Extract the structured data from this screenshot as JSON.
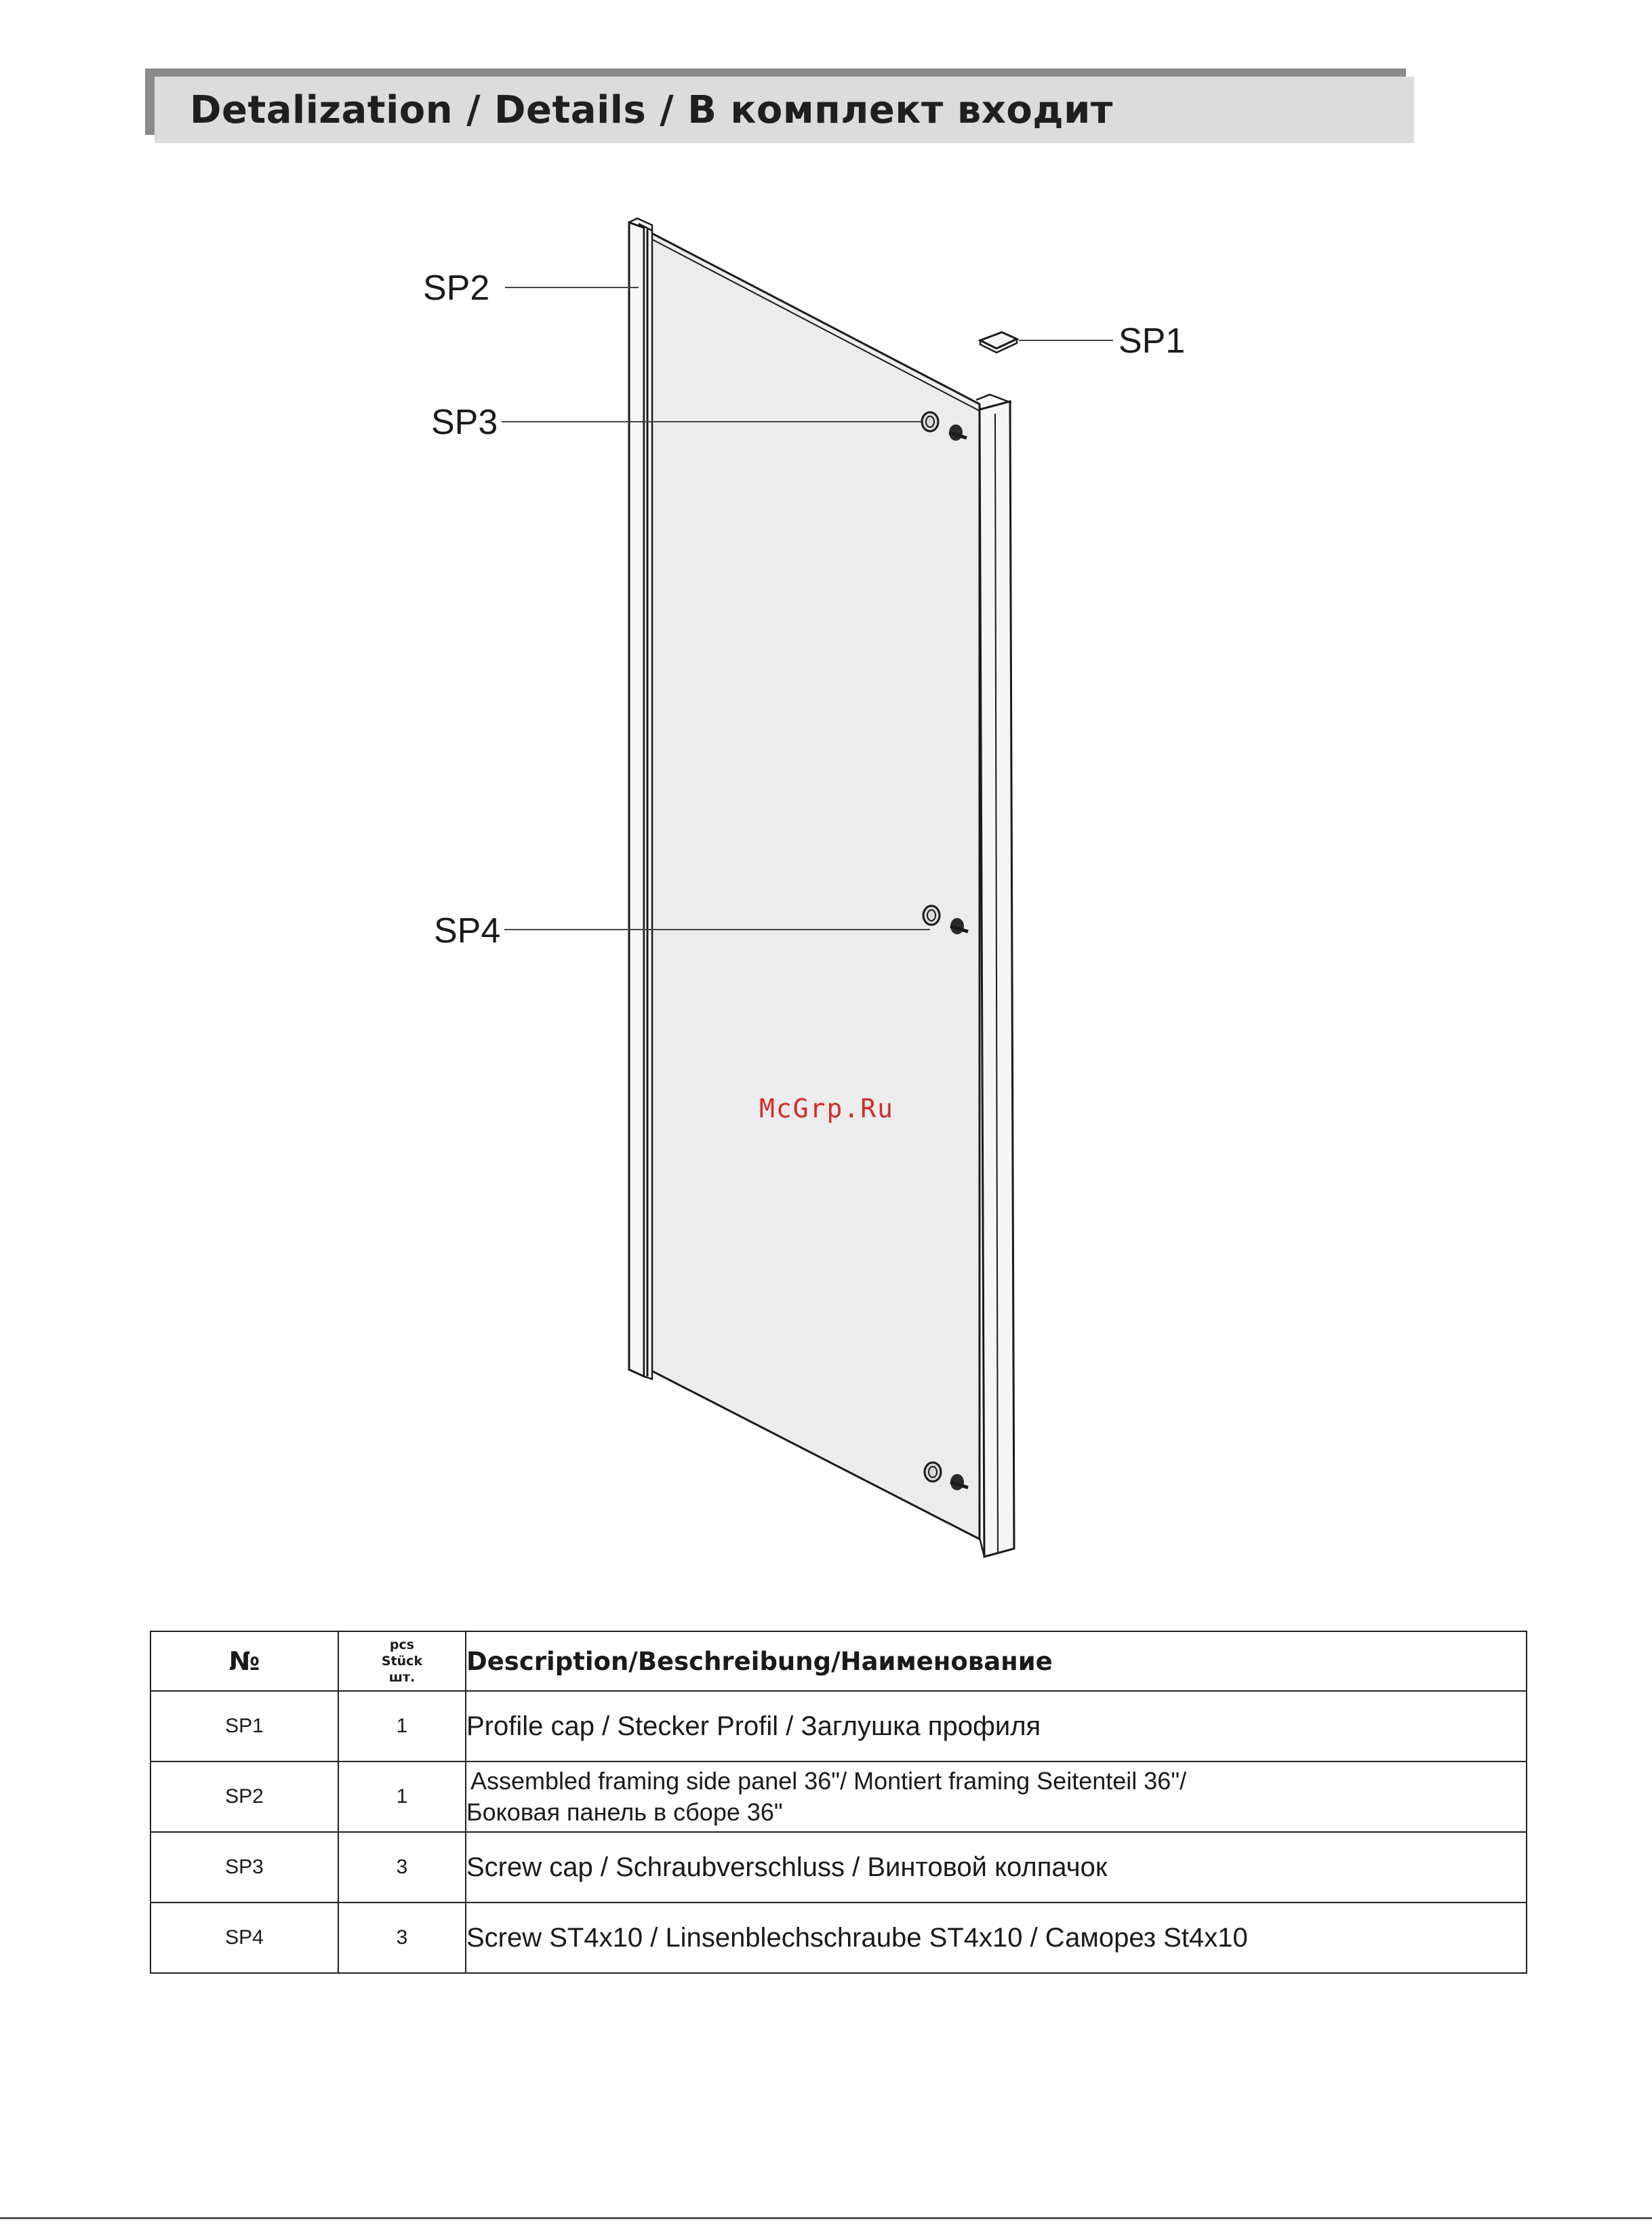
{
  "header": {
    "title": "Detalization / Details / В комплект входит"
  },
  "diagram": {
    "labels": {
      "sp1": "SP1",
      "sp2": "SP2",
      "sp3": "SP3",
      "sp4": "SP4"
    },
    "watermark": "McGrp.Ru"
  },
  "table": {
    "headers": {
      "no": "№",
      "pcs_line1": "pcs",
      "pcs_line2": "Stück",
      "pcs_line3": "шт.",
      "description": "Description/Beschreibung/Наименование"
    },
    "rows": [
      {
        "no": "SP1",
        "pcs": "1",
        "desc": "Profile cap / Stecker Profil / Заглушка профиля"
      },
      {
        "no": "SP2",
        "pcs": "1",
        "desc_line1": "Assembled framing side panel 36\"/ Montiert framing Seitenteil 36\"/",
        "desc_line2": "Боковая панель в сборе 36\""
      },
      {
        "no": "SP3",
        "pcs": "3",
        "desc": "Screw cap / Schraubverschluss / Винтовой колпачок"
      },
      {
        "no": "SP4",
        "pcs": "3",
        "desc": "Screw ST4x10 / Linsenblechschraube ST4x10 / Саморез St4x10"
      }
    ]
  },
  "colors": {
    "header_bg": "#dcdcdc",
    "header_shadow": "#8a8a8a",
    "watermark": "#d42a2a"
  }
}
